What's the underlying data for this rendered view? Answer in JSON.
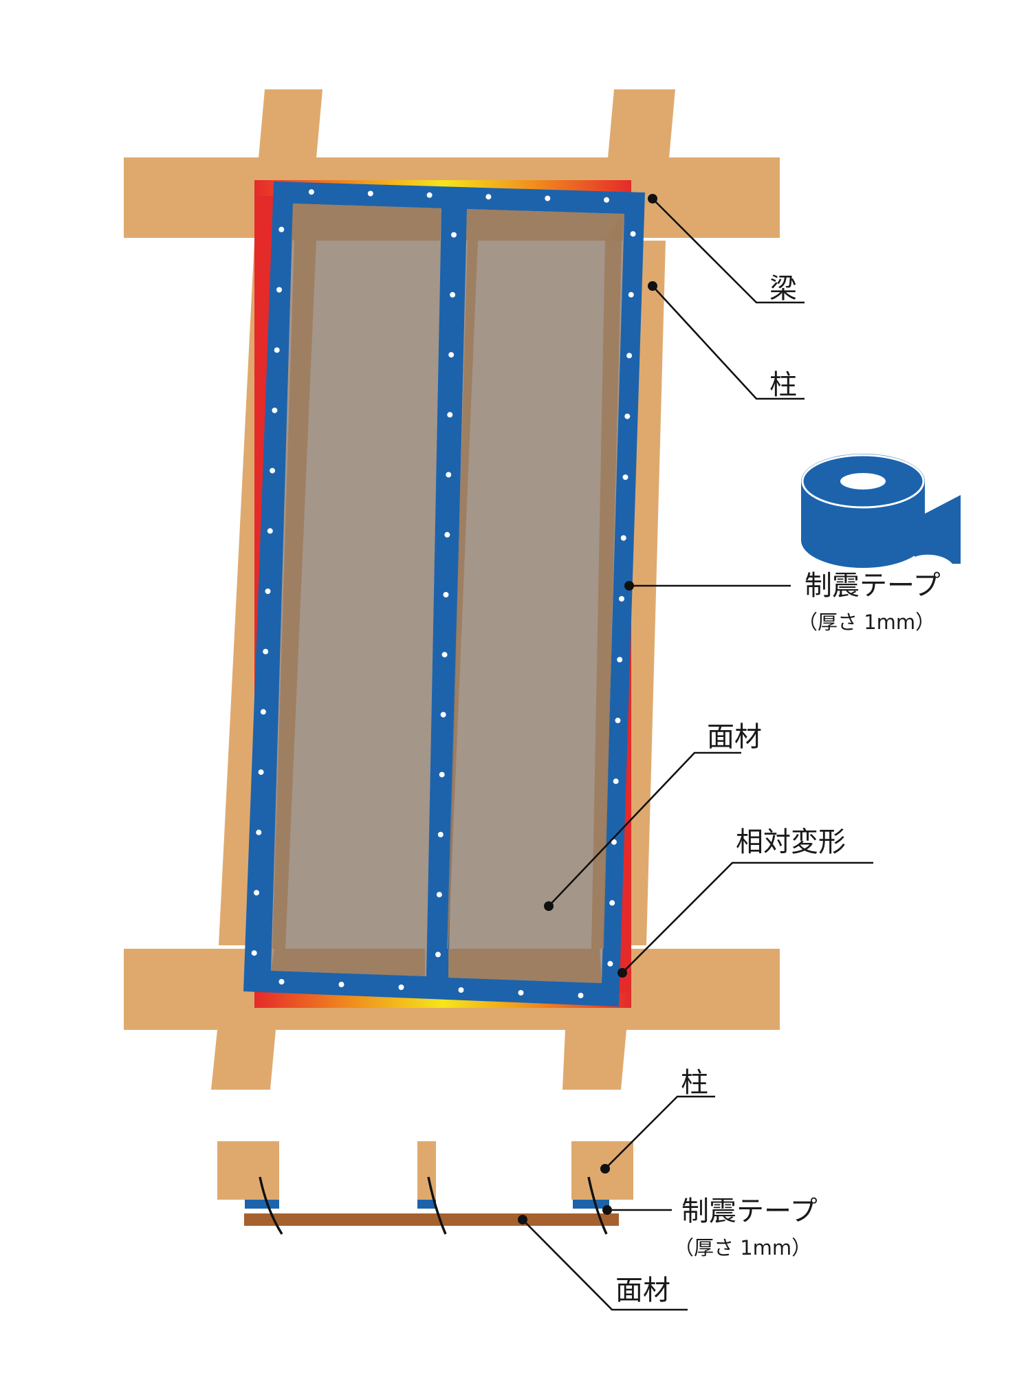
{
  "colors": {
    "wood": "#DFA96E",
    "tape_blue": "#1C63AC",
    "panel": "#A5968A",
    "panel_shadow": "#9C7B5A",
    "deformation_red": "#E52A2A",
    "deformation_yellow": "#F6E51B",
    "cross_section_board": "#A5622E"
  },
  "labels": {
    "beam": "梁",
    "column": "柱",
    "tape": "制震テープ",
    "tape_thickness": "（厚さ 1mm）",
    "panel": "面材",
    "relative_deformation": "相対変形"
  },
  "cross_section": {
    "column": "柱",
    "tape": "制震テープ",
    "tape_thickness": "（厚さ 1mm）",
    "panel": "面材"
  },
  "icons": {
    "tape_roll": "tape-roll-icon"
  }
}
